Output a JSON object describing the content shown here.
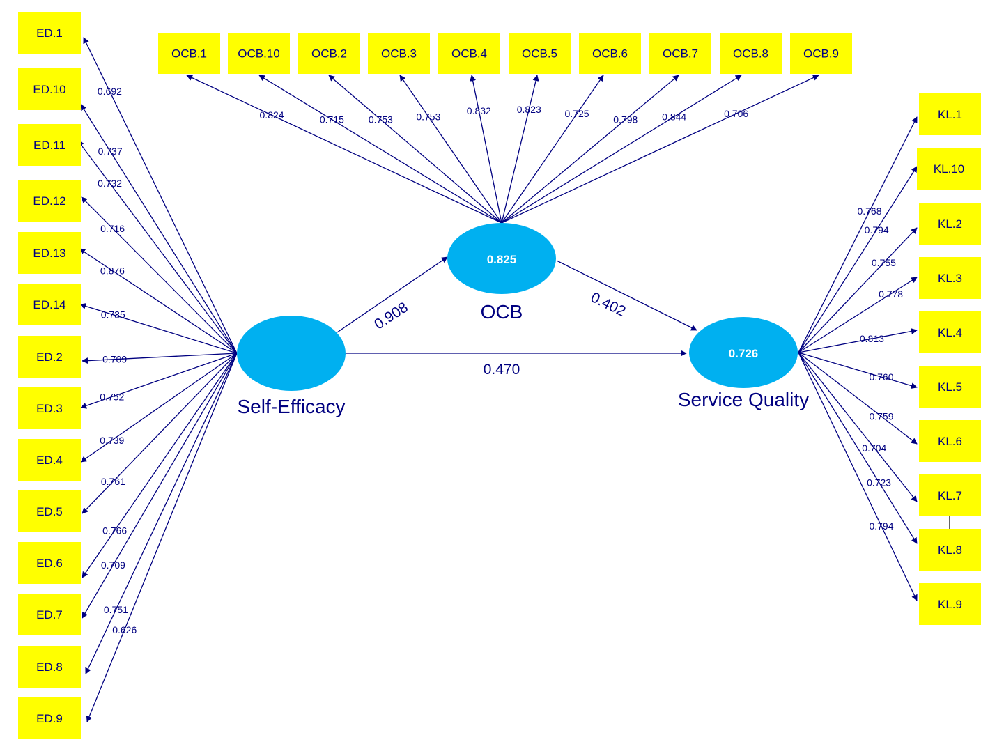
{
  "colors": {
    "indicator_fill": "#ffff00",
    "latent_fill": "#00b0f0",
    "text": "#000080",
    "arrow": "#000080"
  },
  "latents": {
    "self_efficacy": {
      "name": "Self-Efficacy",
      "value": ""
    },
    "ocb": {
      "name": "OCB",
      "value": "0.825"
    },
    "service_quality": {
      "name": "Service Quality",
      "value": "0.726"
    }
  },
  "paths": {
    "se_to_ocb": "0.908",
    "ocb_to_sq": "0.402",
    "se_to_sq": "0.470"
  },
  "ed_indicators": [
    {
      "label": "ED.1",
      "loading": "0.692"
    },
    {
      "label": "ED.10",
      "loading": "0.737"
    },
    {
      "label": "ED.11",
      "loading": "0.732"
    },
    {
      "label": "ED.12",
      "loading": "0.716"
    },
    {
      "label": "ED.13",
      "loading": "0.876"
    },
    {
      "label": "ED.14",
      "loading": "0.735"
    },
    {
      "label": "ED.2",
      "loading": "0.709"
    },
    {
      "label": "ED.3",
      "loading": "0.752"
    },
    {
      "label": "ED.4",
      "loading": "0.739"
    },
    {
      "label": "ED.5",
      "loading": "0.761"
    },
    {
      "label": "ED.6",
      "loading": "0.766"
    },
    {
      "label": "ED.7",
      "loading": "0.709"
    },
    {
      "label": "ED.8",
      "loading": "0.751"
    },
    {
      "label": "ED.9",
      "loading": "0.626"
    }
  ],
  "ocb_indicators": [
    {
      "label": "OCB.1",
      "loading": "0.824"
    },
    {
      "label": "OCB.10",
      "loading": "0.715"
    },
    {
      "label": "OCB.2",
      "loading": "0.753"
    },
    {
      "label": "OCB.3",
      "loading": "0.753"
    },
    {
      "label": "OCB.4",
      "loading": "0.832"
    },
    {
      "label": "OCB.5",
      "loading": "0.823"
    },
    {
      "label": "OCB.6",
      "loading": "0.725"
    },
    {
      "label": "OCB.7",
      "loading": "0.798"
    },
    {
      "label": "OCB.8",
      "loading": "0.844"
    },
    {
      "label": "OCB.9",
      "loading": "0.706"
    }
  ],
  "kl_indicators": [
    {
      "label": "KL.1",
      "loading": "0.768"
    },
    {
      "label": "KL.10",
      "loading": "0.794"
    },
    {
      "label": "KL.2",
      "loading": "0.755"
    },
    {
      "label": "KL.3",
      "loading": "0.778"
    },
    {
      "label": "KL.4",
      "loading": "0.813"
    },
    {
      "label": "KL.5",
      "loading": "0.760"
    },
    {
      "label": "KL.6",
      "loading": "0.759"
    },
    {
      "label": "KL.7",
      "loading": "0.704"
    },
    {
      "label": "KL.8",
      "loading": "0.723"
    },
    {
      "label": "KL.9",
      "loading": "0.794"
    }
  ]
}
